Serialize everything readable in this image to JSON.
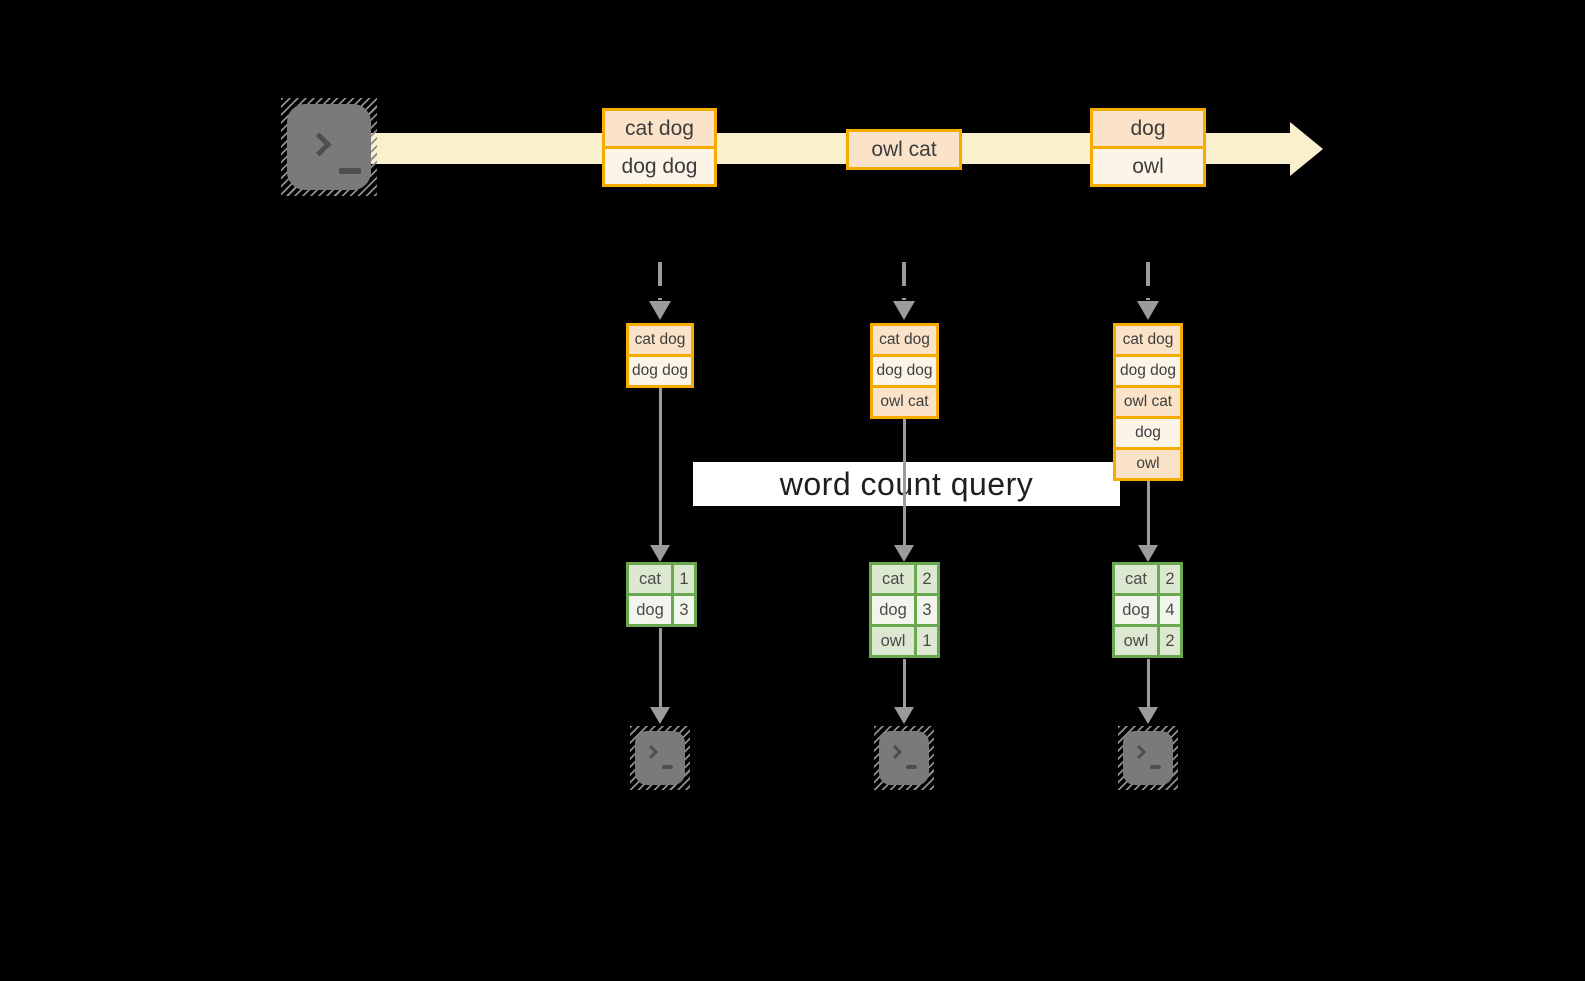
{
  "diagram": {
    "query_label": "word count query",
    "stream": {
      "events": [
        {
          "rows": [
            "cat dog",
            "dog dog"
          ]
        },
        {
          "rows": [
            "owl cat"
          ]
        },
        {
          "rows": [
            "dog",
            "owl"
          ]
        }
      ]
    },
    "columns": [
      {
        "state_rows": [
          "cat dog",
          "dog dog"
        ],
        "table": [
          {
            "word": "cat",
            "count": "1"
          },
          {
            "word": "dog",
            "count": "3"
          }
        ]
      },
      {
        "state_rows": [
          "cat dog",
          "dog dog",
          "owl cat"
        ],
        "table": [
          {
            "word": "cat",
            "count": "2"
          },
          {
            "word": "dog",
            "count": "3"
          },
          {
            "word": "owl",
            "count": "1"
          }
        ]
      },
      {
        "state_rows": [
          "cat dog",
          "dog dog",
          "owl cat",
          "dog",
          "owl"
        ],
        "table": [
          {
            "word": "cat",
            "count": "2"
          },
          {
            "word": "dog",
            "count": "4"
          },
          {
            "word": "owl",
            "count": "2"
          }
        ]
      }
    ],
    "colors": {
      "background": "#000000",
      "stream_band": "#fbf0cd",
      "box_border": "#f5ab00",
      "box_fill_dark": "#fae3c8",
      "box_fill_light": "#fdf4e8",
      "table_border": "#6aa84f",
      "table_fill_dark": "#dce8d0",
      "table_fill_light": "#f1f5ec",
      "arrow_gray": "#9b9b9b",
      "terminal_gray": "#7a7a7a",
      "label_bg": "#ffffff",
      "text": "#3d3d3d"
    }
  }
}
